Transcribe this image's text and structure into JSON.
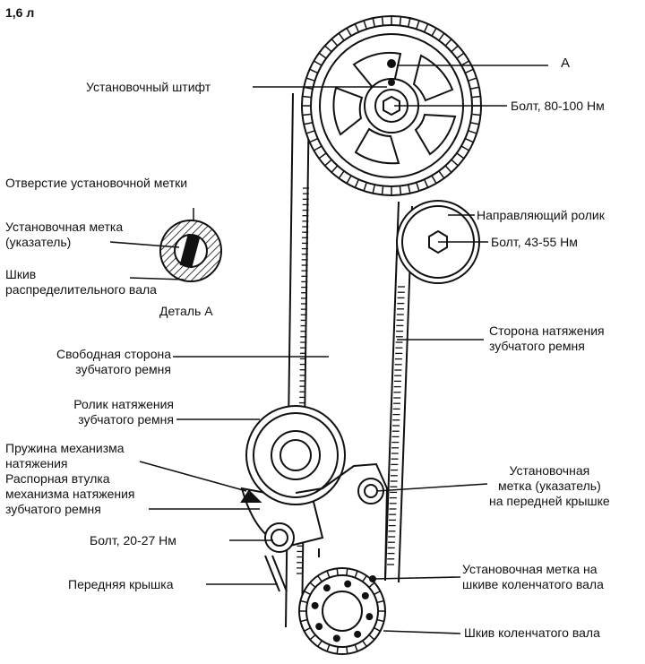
{
  "figure": {
    "engine": "1,6 л",
    "detail_title": "Деталь А",
    "callout_a": "А"
  },
  "labels": {
    "pin": "Установочный штифт",
    "bolt_cam": "Болт, 80-100 Нм",
    "idler": "Направляющий ролик",
    "bolt_idler": "Болт, 43-55 Нм",
    "mark_hole": "Отверстие установочной метки",
    "mark_pointer": "Установочная метка\n(указатель)",
    "cam_pulley": "Шкив\nраспределительного вала",
    "tension_side": "Сторона натяжения\nзубчатого ремня",
    "slack_side": "Свободная сторона\nзубчатого ремня",
    "tensioner": "Ролик натяжения\nзубчатого ремня",
    "spring": "Пружина механизма\nнатяжения",
    "spacer": "Распорная втулка\nмеханизма натяжения\nзубчатого ремня",
    "bolt_tens": "Болт, 20-27 Нм",
    "front_cover": "Передняя крышка",
    "cover_mark": "Установочная\nметка (указатель)\nна передней крышке",
    "crank_mark": "Установочная метка на\nшкиве коленчатого вала",
    "crank_pulley": "Шкив коленчатого вала"
  }
}
